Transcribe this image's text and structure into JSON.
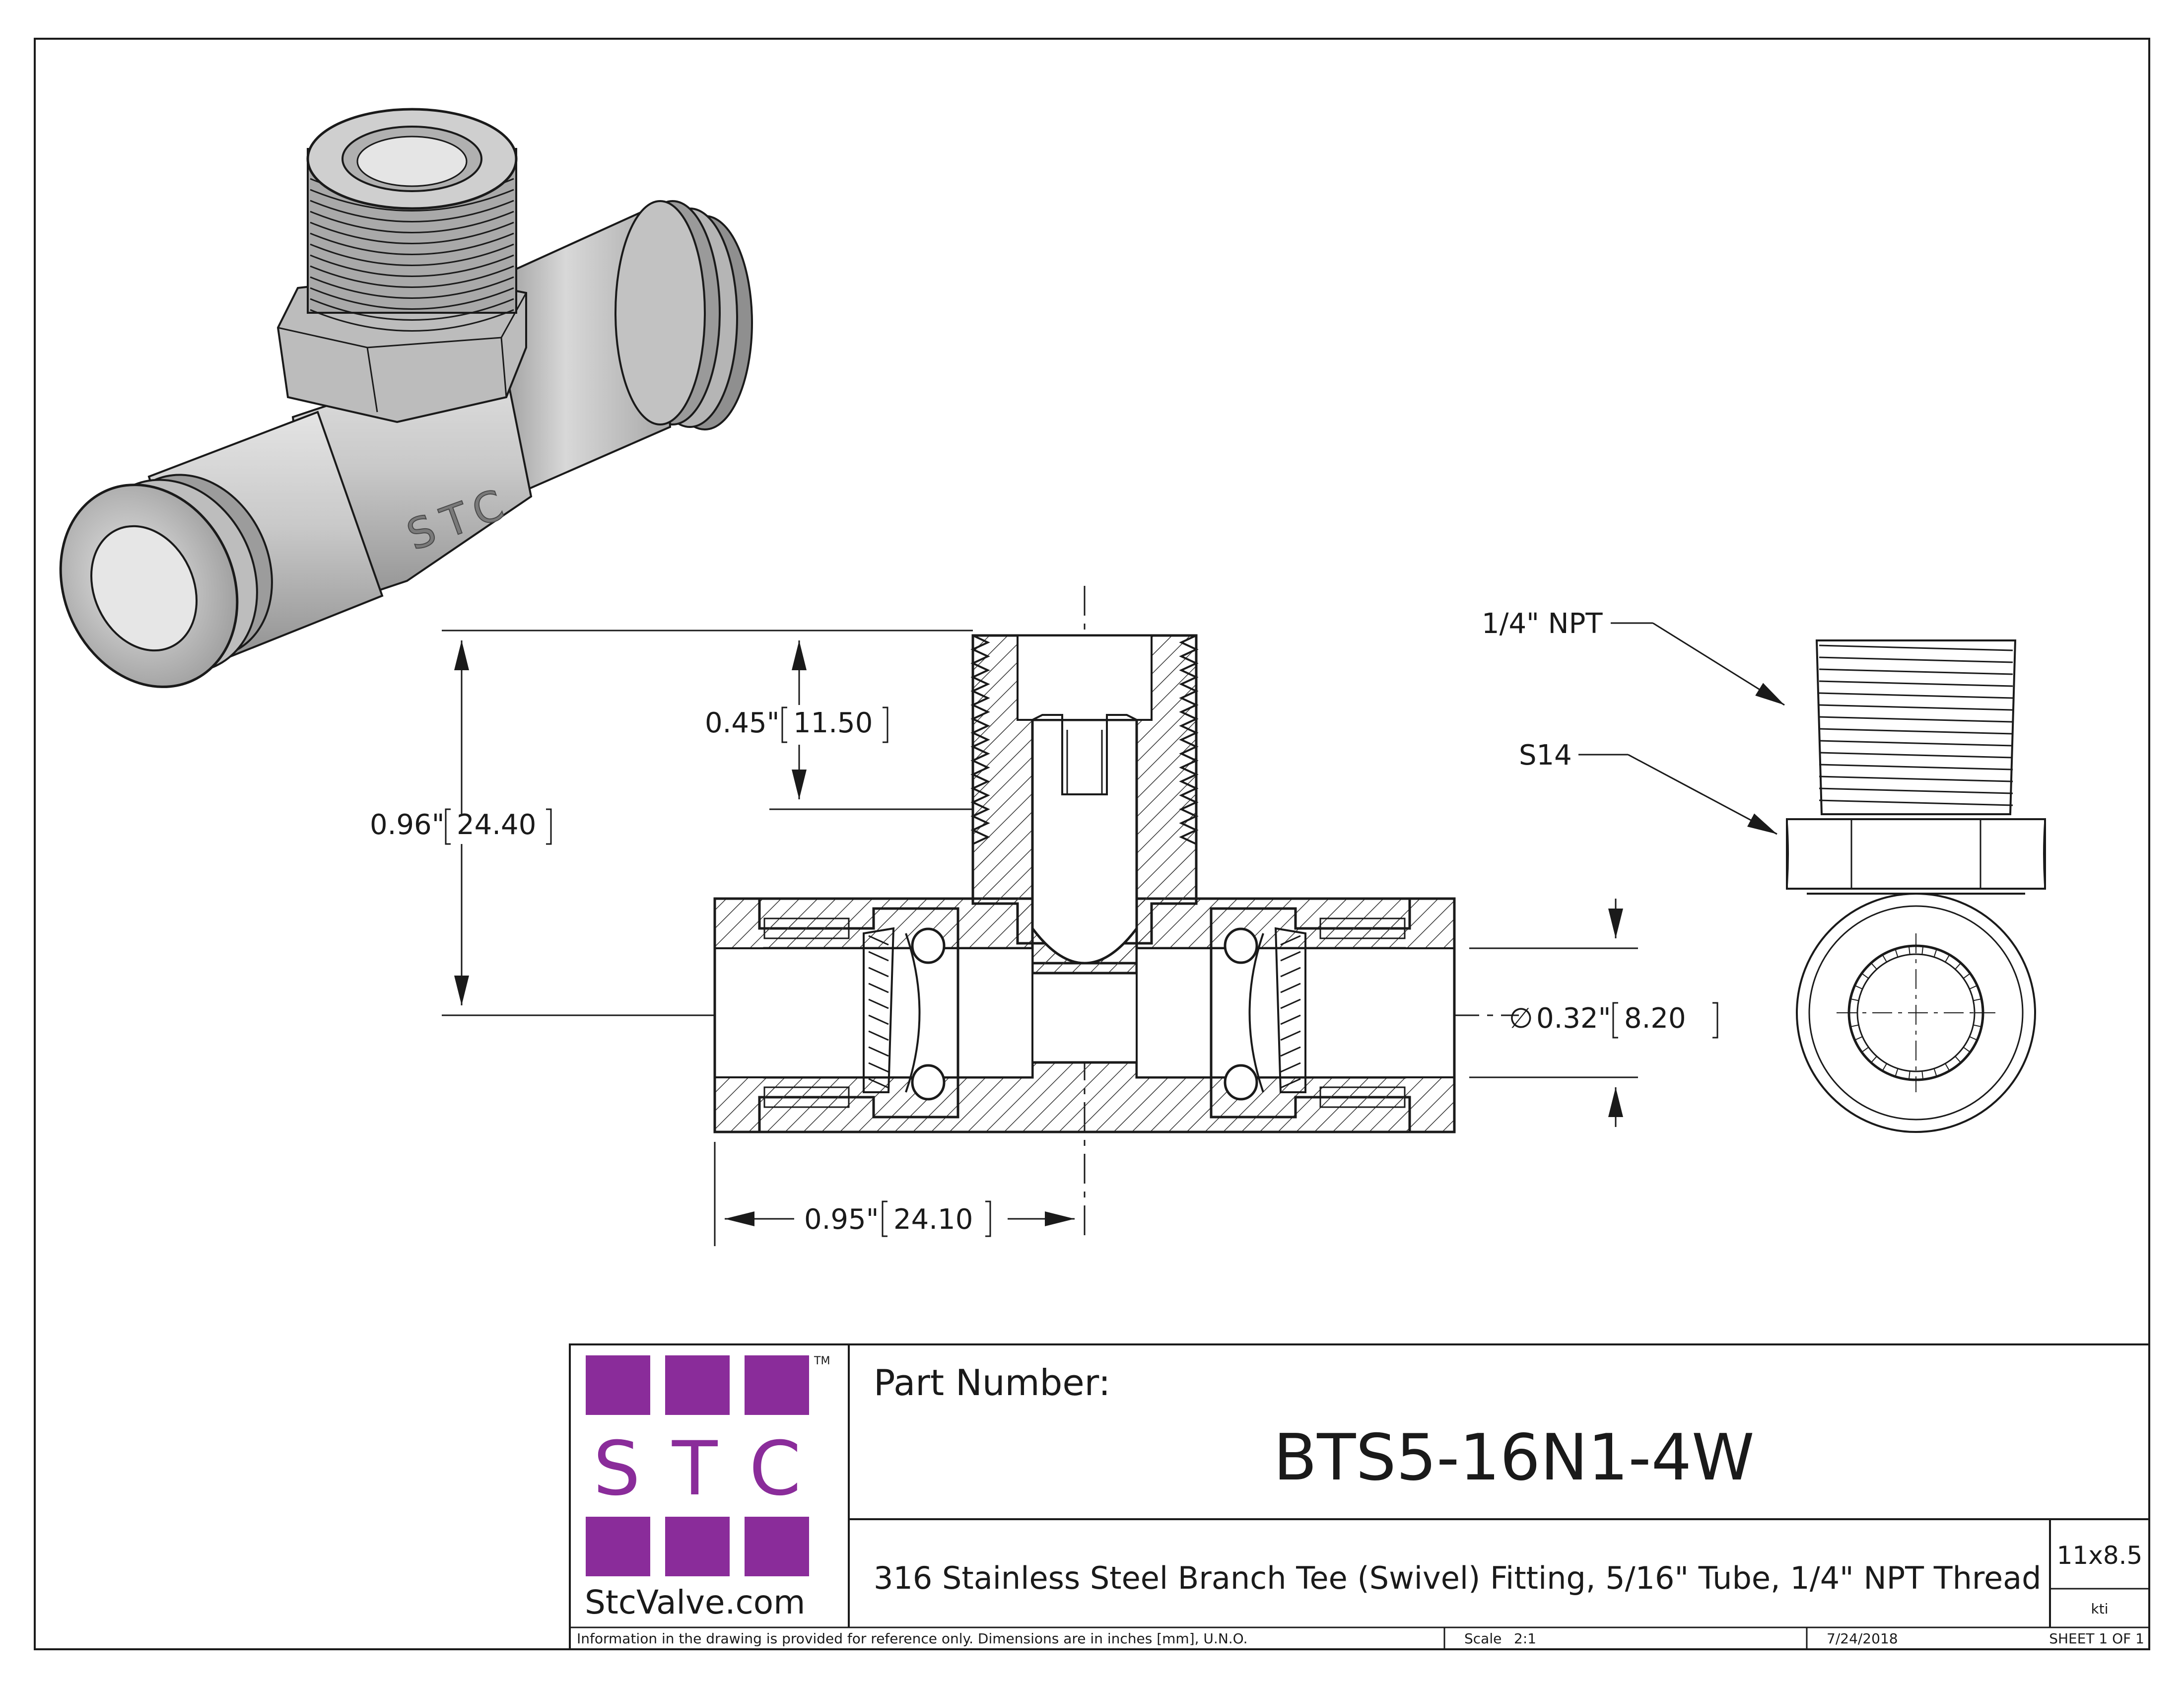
{
  "colors": {
    "line": "#1a1a1a",
    "metal_light": "#d7d7d7",
    "metal_mid": "#b8b8b8",
    "metal_dark": "#8c8c8c",
    "logo_purple": "#8a2c9a"
  },
  "iso_view": {
    "embossed_text": "STC"
  },
  "section_view": {
    "dims": {
      "branch_depth": "0.45\"",
      "branch_depth_mm": "11.50",
      "overall_height": "0.96\"",
      "overall_height_mm": "24.40",
      "tube_bore": "0.32\"",
      "tube_bore_mm": "8.20",
      "half_length": "0.95\"",
      "half_length_mm": "24.10"
    },
    "diameter_symbol": "∅"
  },
  "side_view": {
    "callouts": {
      "thread": "1/4\" NPT",
      "hex": "S14"
    }
  },
  "title_block": {
    "logo": {
      "letters": "S T C",
      "tm": "TM",
      "url": "StcValve.com",
      "icon": "stc-grid-logo-icon"
    },
    "part_number_label": "Part Number:",
    "part_number": "BTS5-16N1-4W",
    "description": "316 Stainless Steel Branch Tee (Swivel) Fitting, 5/16\" Tube, 1/4\" NPT Thread",
    "size": "11x8.5",
    "drawn_by": "kti",
    "disclaimer": "Information in the drawing is provided for reference only. Dimensions are in inches [mm], U.N.O.",
    "scale_label": "Scale",
    "scale_value": "2:1",
    "date": "7/24/2018",
    "sheet": "SHEET 1 OF 1"
  }
}
